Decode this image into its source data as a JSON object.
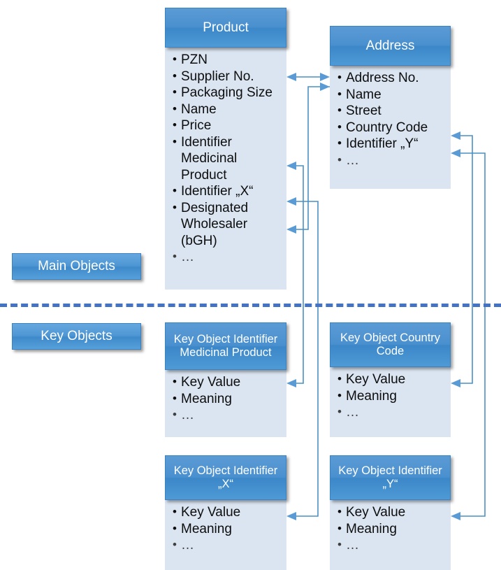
{
  "diagram": {
    "title": "Main Objects and Key Objects data model",
    "colors": {
      "header_blue": "#4a90cf",
      "body_blue": "#dbe5f1",
      "divider_blue": "#4573c4",
      "arrow_blue": "#5b9bd5",
      "text_dark": "#0d0d0d",
      "text_light": "#ffffff"
    },
    "sections": [
      {
        "id": "main-objects",
        "label": "Main Objects"
      },
      {
        "id": "key-objects",
        "label": "Key Objects"
      }
    ],
    "entities": [
      {
        "id": "product",
        "title": "Product",
        "fields": [
          "PZN",
          "Supplier No.",
          "Packaging Size",
          "Name",
          "Price",
          "Identifier Medicinal Product",
          "Identifier „X“",
          "Designated Wholesaler (bGH)",
          "…"
        ]
      },
      {
        "id": "address",
        "title": "Address",
        "fields": [
          "Address No.",
          "Name",
          "Street",
          "Country Code",
          "Identifier „Y“",
          "…"
        ]
      },
      {
        "id": "key-object-identifier-medicinal-product",
        "title": "Key Object Identifier Medicinal Product",
        "fields": [
          "Key Value",
          "Meaning",
          "…"
        ]
      },
      {
        "id": "key-object-country-code",
        "title": "Key Object Country Code",
        "fields": [
          "Key Value",
          "Meaning",
          "…"
        ]
      },
      {
        "id": "key-object-identifier-x",
        "title": "Key Object Identifier „X“",
        "fields": [
          "Key Value",
          "Meaning",
          "…"
        ]
      },
      {
        "id": "key-object-identifier-y",
        "title": "Key Object Identifier „Y“",
        "fields": [
          "Key Value",
          "Meaning",
          "…"
        ]
      }
    ],
    "relations": [
      {
        "from": "product.supplier-no",
        "to": "address.address-no",
        "type": "bidirectional"
      },
      {
        "from": "key-object-identifier-medicinal-product",
        "to": "product.identifier-medicinal-product",
        "type": "directed"
      },
      {
        "from": "key-object-identifier-x",
        "to": "product.identifier-x",
        "type": "directed"
      },
      {
        "from": "address.address-no",
        "to": "product.designated-wholesaler",
        "type": "directed"
      },
      {
        "from": "key-object-country-code",
        "to": "address.country-code",
        "type": "directed"
      },
      {
        "from": "key-object-identifier-y",
        "to": "address.identifier-y",
        "type": "directed"
      }
    ]
  }
}
